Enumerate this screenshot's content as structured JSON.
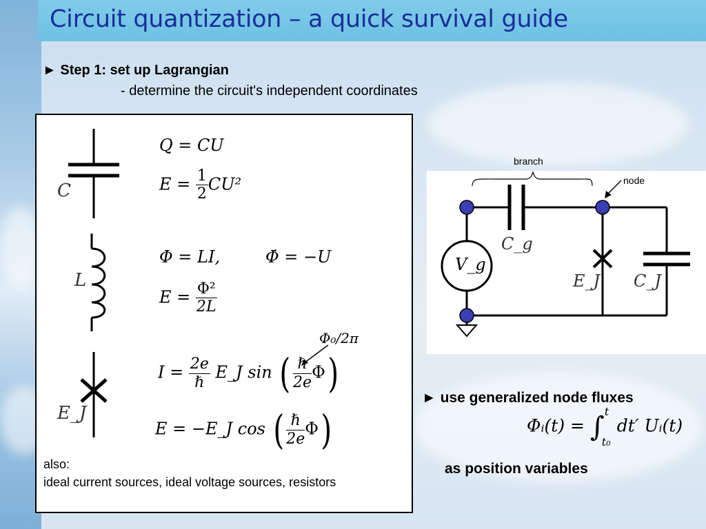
{
  "title": "Circuit quantization – a quick survival guide",
  "step1": {
    "heading": "► Step 1: set up Lagrangian",
    "sub": "- determine the circuit's independent coordinates"
  },
  "panel": {
    "capacitor": {
      "symbol_label": "C",
      "eq1": "Q = CU",
      "eq2_lhs": "E = ",
      "eq2_num": "1",
      "eq2_den": "2",
      "eq2_rhs": "CU²"
    },
    "inductor": {
      "symbol_label": "L",
      "eq1": "Φ = LI,",
      "eq1b": "Φ̇ = −U",
      "eq2_lhs": "E = ",
      "eq2_num": "Φ²",
      "eq2_den": "2L"
    },
    "junction": {
      "symbol_label": "E_J",
      "annotation": "Φ₀/2π",
      "eq1_lhs": "I = ",
      "eq1_num": "2e",
      "eq1_den": "ℏ",
      "eq1_mid": "E_J sin",
      "eq1_inner_num": "ℏ",
      "eq1_inner_den": "2e",
      "eq1_inner_rhs": "Φ",
      "eq2_lhs": "E = −E_J cos",
      "eq2_inner_num": "ℏ",
      "eq2_inner_den": "2e",
      "eq2_inner_rhs": "Φ"
    },
    "also_label": "also:",
    "also_text": "ideal current sources, ideal voltage sources, resistors"
  },
  "circuit": {
    "branch_label": "branch",
    "node_label": "node",
    "vg_label": "V_g",
    "cg_label": "C_g",
    "ej_label": "E_J",
    "cj_label": "C_J",
    "node_color": "#3b3fb5"
  },
  "fluxes": {
    "heading": "► use generalized node fluxes",
    "eq_lhs": "Φᵢ(t) = ",
    "eq_int_upper": "t",
    "eq_int_lower": "t₀",
    "eq_rhs": "dt′ Uᵢ(t)",
    "tail": "as position variables"
  }
}
